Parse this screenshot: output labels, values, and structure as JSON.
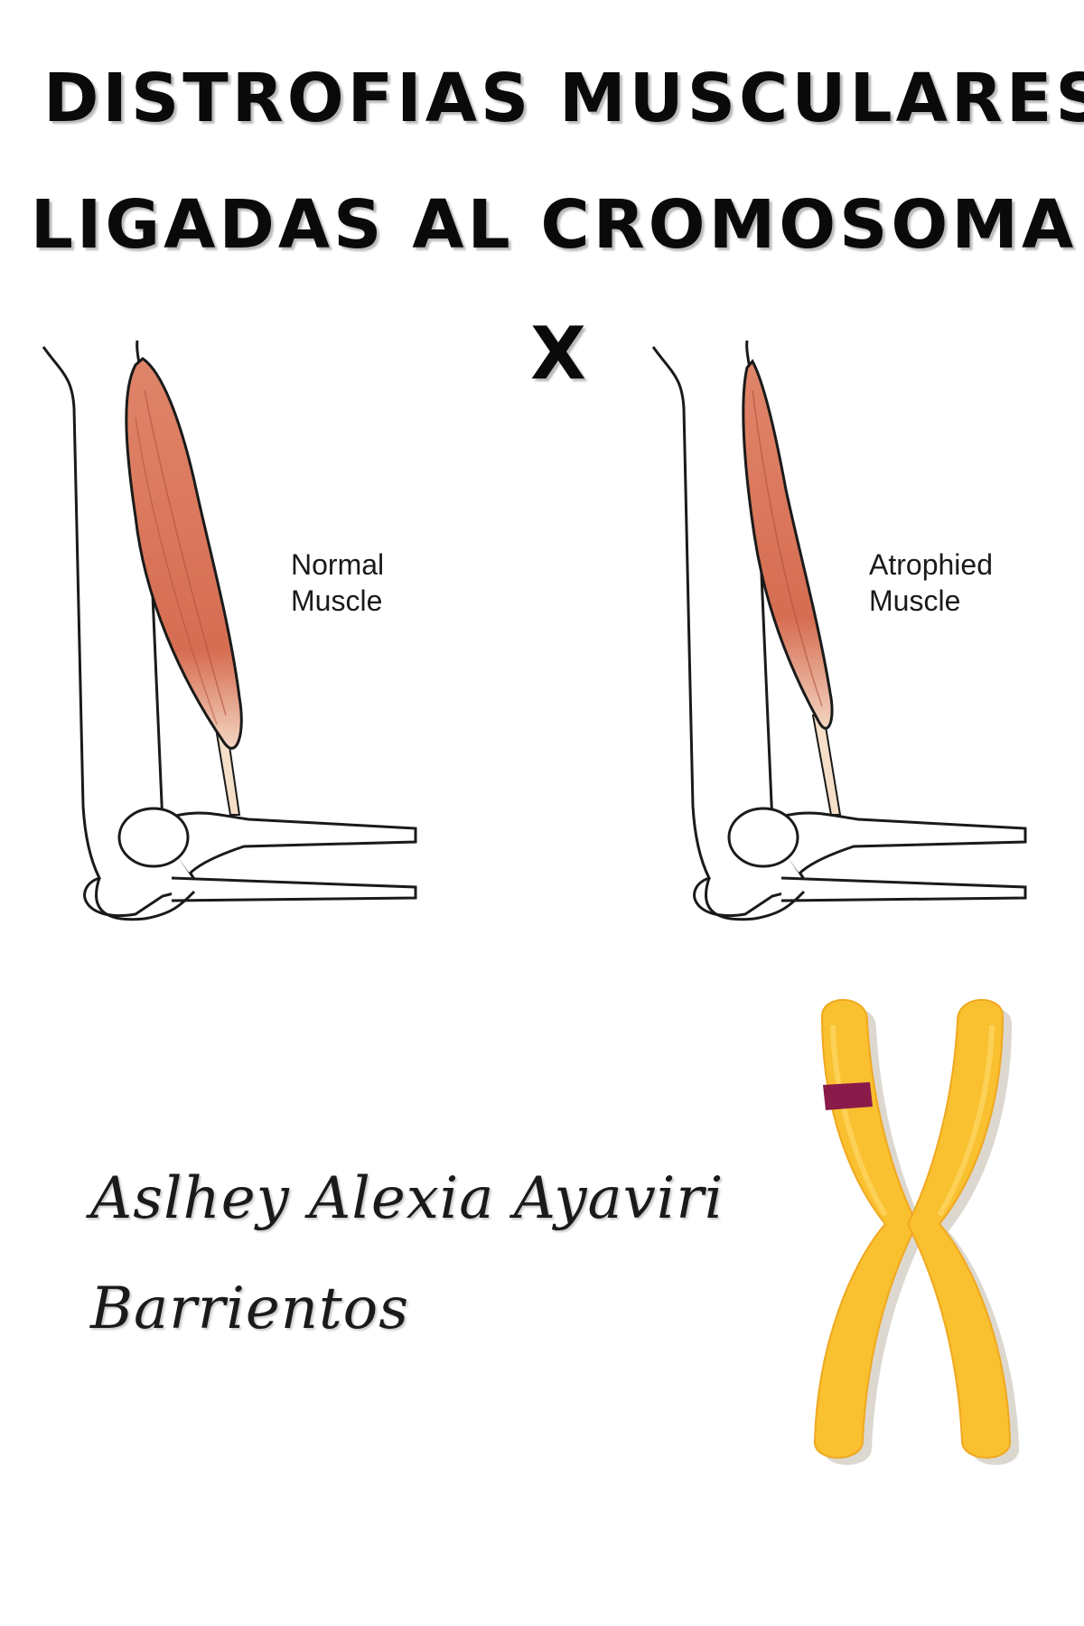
{
  "title": {
    "line1": "DISTROFIAS MUSCULARES",
    "line2": "LIGADAS AL CROMOSOMA",
    "line3": "X"
  },
  "illustration": {
    "normal_label_line1": "Normal",
    "normal_label_line2": "Muscle",
    "atrophied_label_line1": "Atrophied",
    "atrophied_label_line2": "Muscle",
    "muscle_color": "#d9735a",
    "chromosome_color": "#f9c030",
    "band_color": "#8a1a4a"
  },
  "author": {
    "line1": "Aslhey Alexia Ayaviri",
    "line2": "Barrientos"
  }
}
